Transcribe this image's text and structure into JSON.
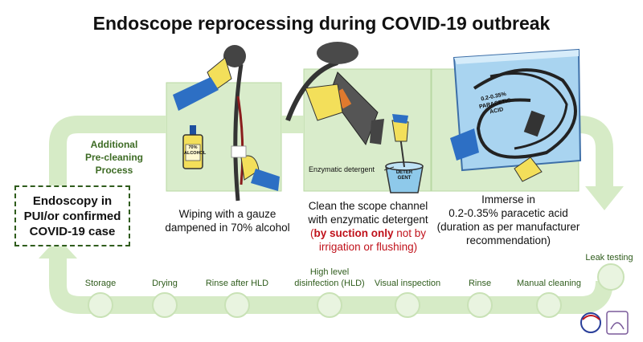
{
  "title": "Endoscope reprocessing during COVID-19 outbreak",
  "start_box": {
    "lines": [
      "Endoscopy in",
      "PUI/or confirmed",
      "COVID-19 case"
    ]
  },
  "additional_label": [
    "Additional",
    "Pre-cleaning",
    "Process"
  ],
  "panels": [
    {
      "caption": [
        "Wiping with a gauze",
        "dampened in 70% alcohol"
      ],
      "bottle_label": [
        "70%",
        "ALCOHOL"
      ]
    },
    {
      "caption": [
        "Clean the scope channel",
        "with enzymatic detergent"
      ],
      "caption_red": {
        "bold": "by suction only",
        "rest": " not by",
        "line2": "irrigation or flushing)",
        "open": "("
      },
      "note": "Enzymatic detergent",
      "cup_label": [
        "DETER",
        "GENT"
      ]
    },
    {
      "caption": [
        "Immerse in",
        "0.2-0.35% paracetic acid",
        "(duration as per manufacturer",
        "recommendation)"
      ],
      "tray_label": [
        "0.2-0.35%",
        "PARACETIC",
        "ACID"
      ]
    }
  ],
  "steps": [
    "Storage",
    "Drying",
    "Rinse after HLD",
    "High level",
    "disinfection (HLD)",
    "Visual inspection",
    "Rinse",
    "Manual cleaning",
    "Leak testing"
  ],
  "colors": {
    "accent_green": "#d6ebc6",
    "dark_green": "#2f5c1c",
    "red": "#c0121b",
    "yellow": "#f3df5a",
    "blue": "#2d6fc4"
  },
  "logos": [
    "cage-logo",
    "ent-logo"
  ]
}
